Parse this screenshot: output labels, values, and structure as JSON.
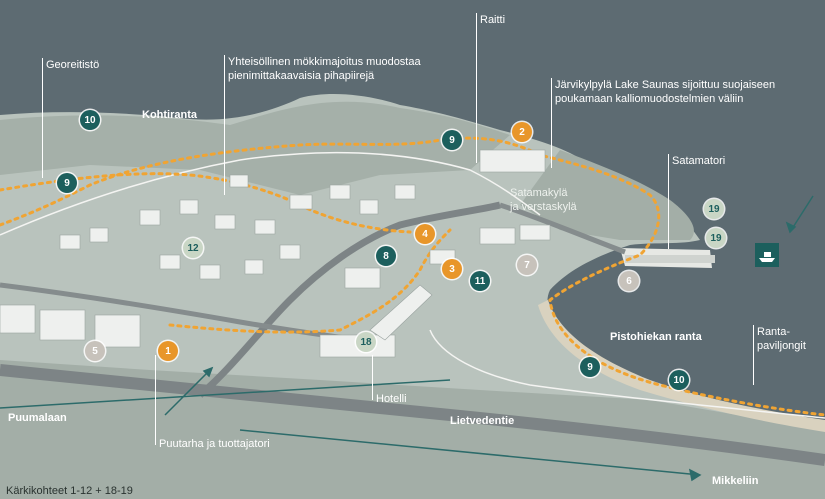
{
  "colors": {
    "water": "#5d6b72",
    "land": "#b9c3bd",
    "forest": "#9faba4",
    "road": "#7d8486",
    "route": "#f0a433",
    "teal": "#1c5f5d",
    "orange": "#e8962a",
    "light": "#c9d6c5",
    "grey": "#c7c2bb",
    "beach": "#d9d2bf"
  },
  "labels": {
    "georeitisto": "Georeitistö",
    "yhteisollinen_1": "Yhteisöllinen mökkimajoitus muodostaa",
    "yhteisollinen_2": "pienimittakaavaisia pihapiirejä",
    "raitti": "Raitti",
    "jarvikylpyla_1": "Järvikylpylä Lake Saunas sijoittuu suojaiseen",
    "jarvikylpyla_2": "poukamaan kalliomuodostelmien väliin",
    "kohtiranta": "Kohtiranta",
    "satamatori": "Satamatori",
    "satamakyla_1": "Satamakylä",
    "satamakyla_2": "ja verstaskylä",
    "pistohiekan": "Pistohiekan ranta",
    "rantapaviljongit_1": "Ranta-",
    "rantapaviljongit_2": "paviljongit",
    "hotelli": "Hotelli",
    "lietvedentie": "Lietvedentie",
    "puumalaan": "Puumalaan",
    "mikkeliin": "Mikkeliin",
    "puutarha": "Puutarha ja tuottajatori",
    "karkikohteet": "Kärkikohteet 1-12 + 18-19"
  },
  "markers": [
    {
      "id": "10",
      "style": "teal"
    },
    {
      "id": "9",
      "style": "teal"
    },
    {
      "id": "9",
      "style": "teal"
    },
    {
      "id": "2",
      "style": "orange"
    },
    {
      "id": "12",
      "style": "light"
    },
    {
      "id": "4",
      "style": "orange"
    },
    {
      "id": "8",
      "style": "teal"
    },
    {
      "id": "3",
      "style": "orange"
    },
    {
      "id": "11",
      "style": "teal"
    },
    {
      "id": "7",
      "style": "grey"
    },
    {
      "id": "6",
      "style": "grey"
    },
    {
      "id": "19",
      "style": "light"
    },
    {
      "id": "19",
      "style": "light"
    },
    {
      "id": "18",
      "style": "light"
    },
    {
      "id": "1",
      "style": "orange"
    },
    {
      "id": "5",
      "style": "grey"
    },
    {
      "id": "9",
      "style": "teal"
    },
    {
      "id": "10",
      "style": "teal"
    }
  ],
  "icons": {
    "harbor": "ship-icon",
    "arrow": "arrow-icon"
  }
}
